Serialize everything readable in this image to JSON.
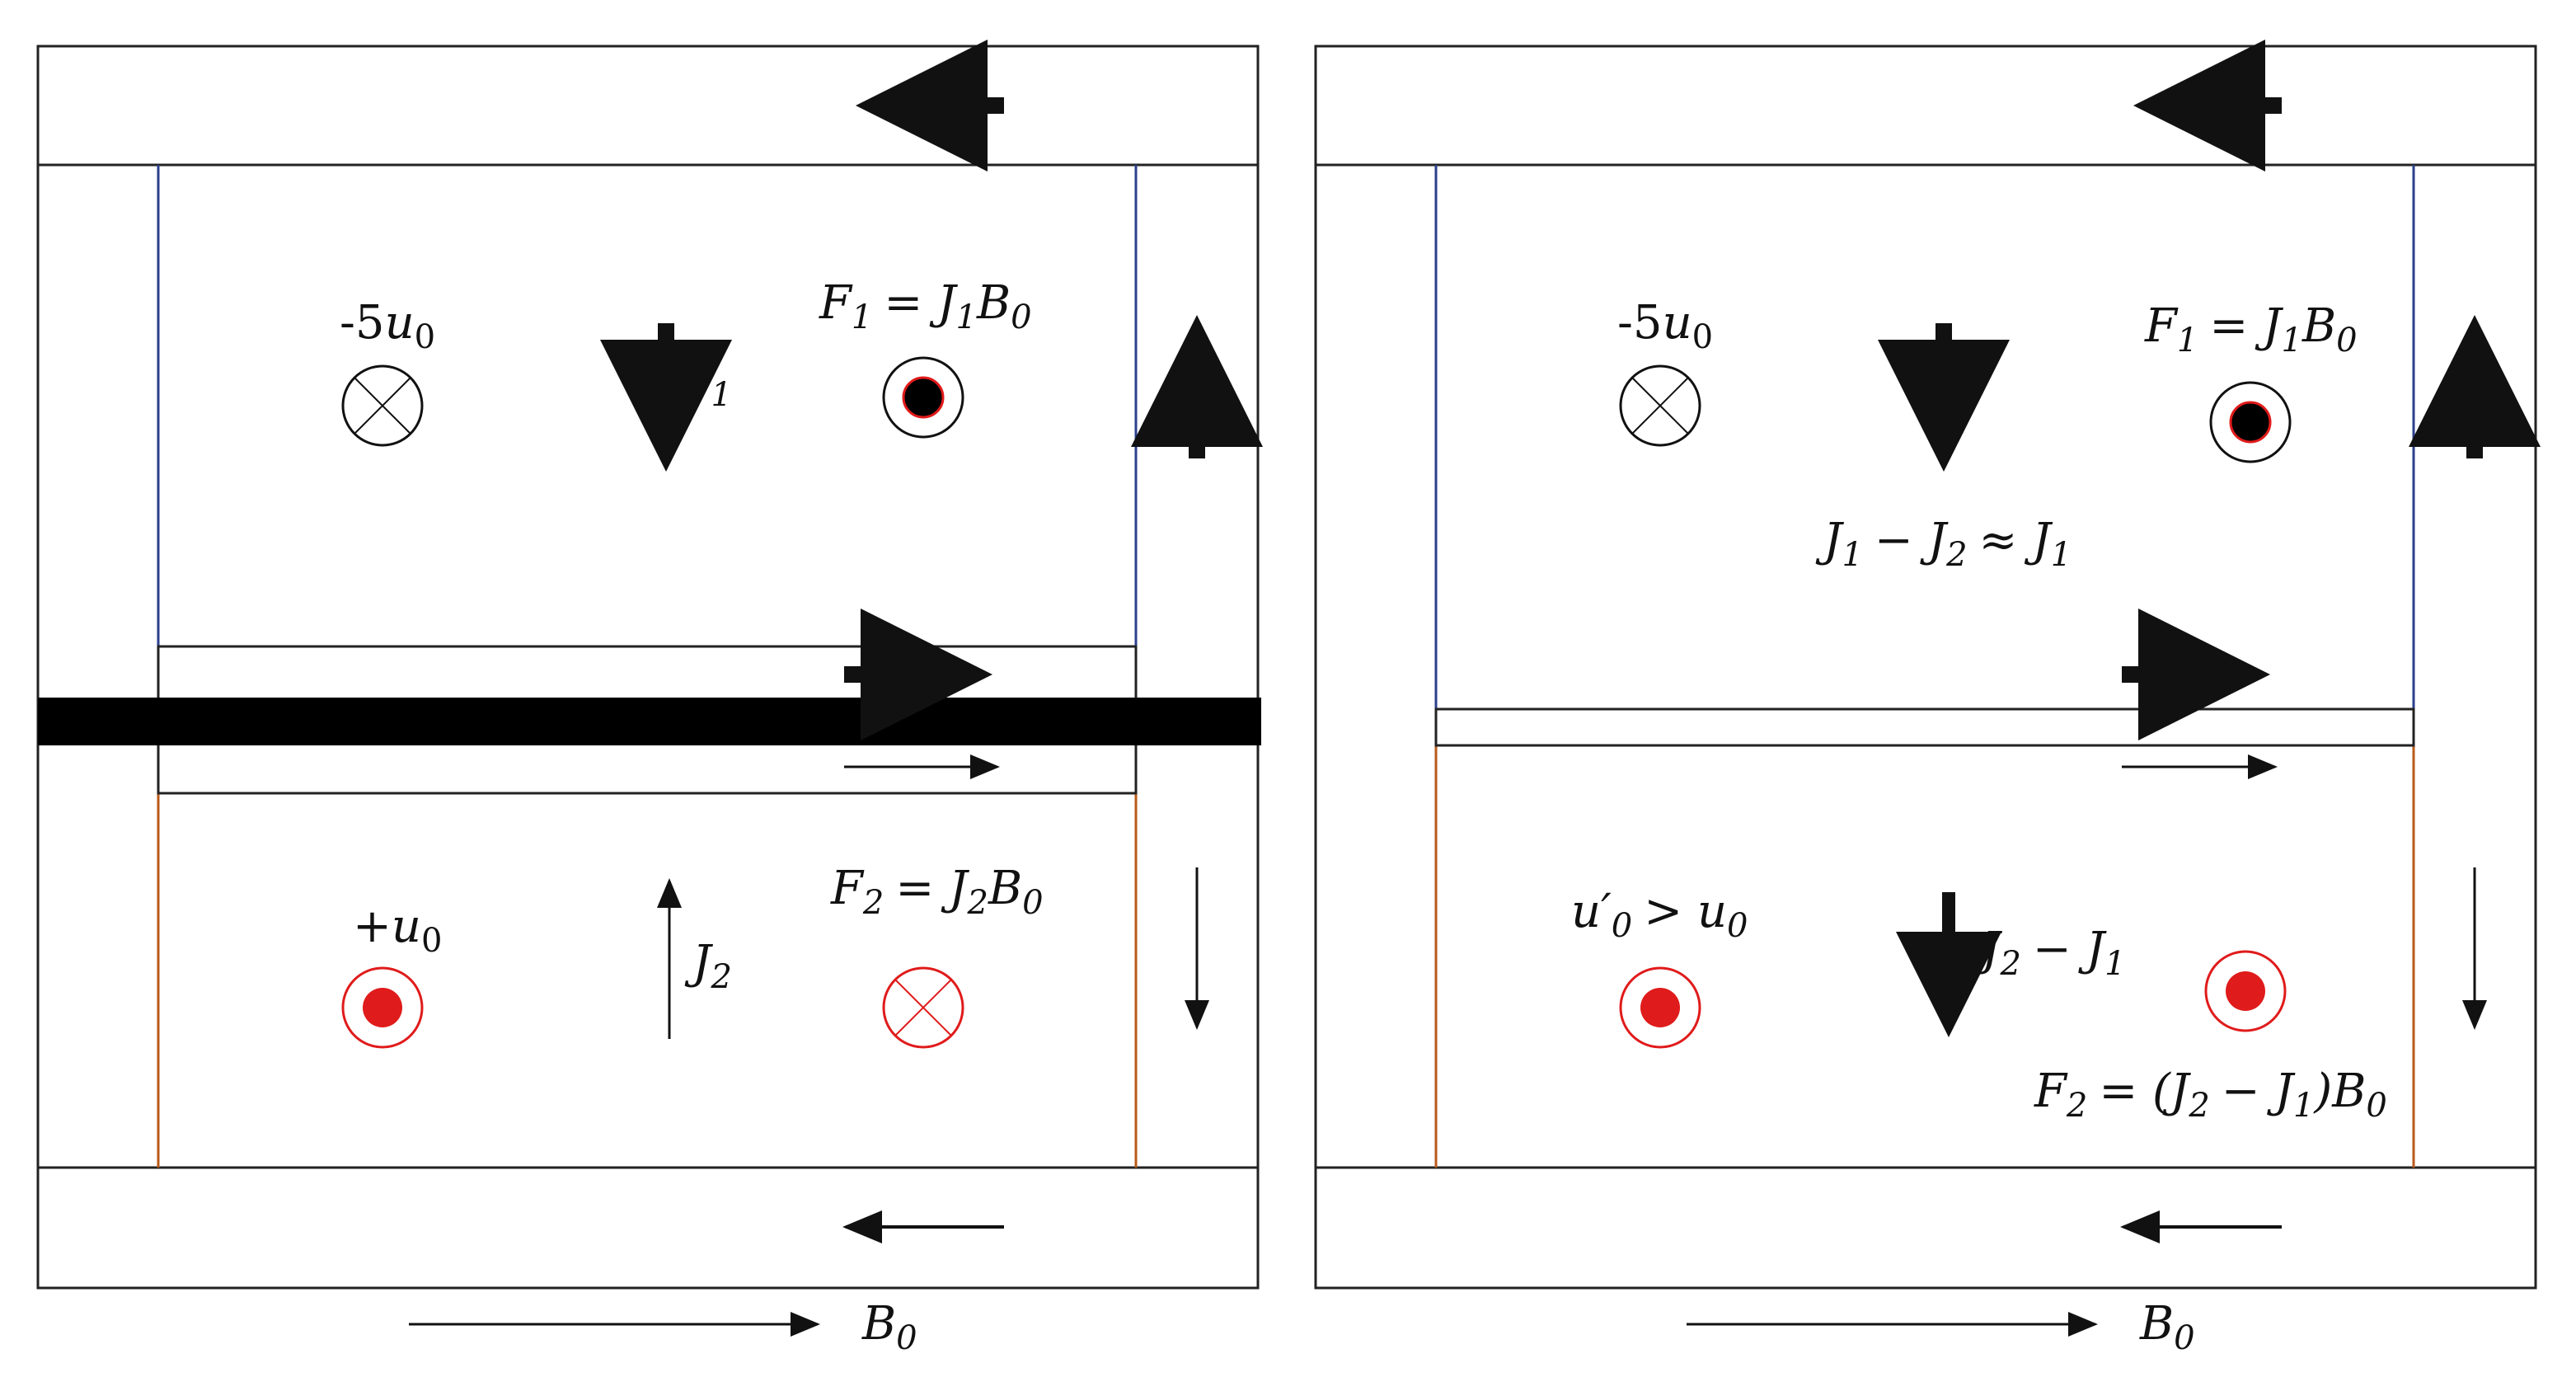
{
  "colors": {
    "stroke": "#222222",
    "red": "#e01b1b",
    "blue_edge": "#2b3f8c",
    "brown_edge": "#b85a1a"
  },
  "left_panel": {
    "upper_velocity": {
      "prefix": "-5",
      "var": "u",
      "sub": "0"
    },
    "lower_velocity": {
      "prefix": "+",
      "var": "u",
      "sub": "0"
    },
    "current_1": {
      "var": "J",
      "sub": "1"
    },
    "current_2": {
      "var": "J",
      "sub": "2"
    },
    "force_1": {
      "lhs": "F",
      "lhs_sub": "1",
      "rhs": "= J",
      "rhs_sub": "1",
      "rhs2": "B",
      "rhs2_sub": "0"
    },
    "force_2": {
      "lhs": "F",
      "lhs_sub": "2",
      "rhs": "= J",
      "rhs_sub": "2",
      "rhs2": "B",
      "rhs2_sub": "0"
    }
  },
  "right_panel": {
    "upper_velocity": {
      "prefix": "-5",
      "var": "u",
      "sub": "0"
    },
    "lower_velocity": {
      "text": "u′",
      "sub": "0",
      "rel": "> u",
      "rel_sub": "0"
    },
    "current_net_upper": {
      "a": "J",
      "a_sub": "1",
      "op": "− J",
      "b_sub": "2",
      "approx": "≈ J",
      "c_sub": "1"
    },
    "current_net_lower": {
      "a": "J",
      "a_sub": "2",
      "op": "− J",
      "b_sub": "1"
    },
    "force_1": {
      "lhs": "F",
      "lhs_sub": "1",
      "rhs": "= J",
      "rhs_sub": "1",
      "rhs2": "B",
      "rhs2_sub": "0"
    },
    "force_2": {
      "lhs": "F",
      "lhs_sub": "2",
      "rhs": "= (J",
      "rhs_sub": "2",
      "rhs2": "− J",
      "rhs2_sub": "1",
      "rhs3": ")B",
      "rhs3_sub": "0"
    }
  },
  "field_label": {
    "var": "B",
    "sub": "0"
  }
}
